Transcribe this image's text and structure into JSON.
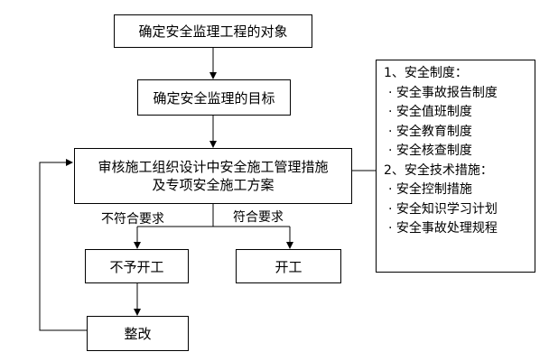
{
  "flow": {
    "step1": "确定安全监理工程的对象",
    "step2": "确定安全监理的目标",
    "step3_line1": "审核施工组织设计中安全施工管理措施",
    "step3_line2": "及专项安全施工方案",
    "label_fail": "不符合要求",
    "label_pass": "符合要求",
    "no_start": "不予开工",
    "start": "开工",
    "rectify": "整改"
  },
  "side_panel": {
    "heading1": "1、安全制度：",
    "items1": [
      "· 安全事故报告制度",
      "· 安全值班制度",
      "· 安全教育制度",
      "· 安全核查制度"
    ],
    "heading2": "2、安全技术措施：",
    "items2": [
      "· 安全控制措施",
      "· 安全知识学习计划",
      "· 安全事故处理规程"
    ]
  }
}
